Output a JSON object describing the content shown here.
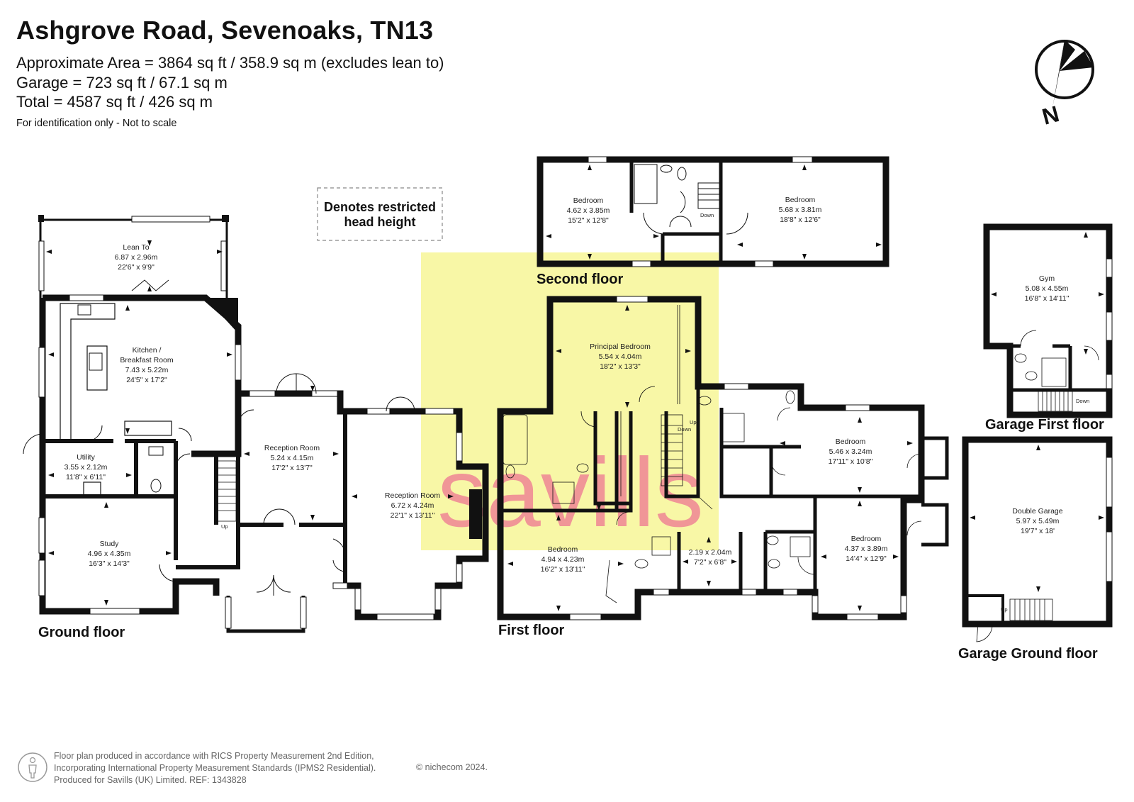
{
  "header": {
    "title": "Ashgrove Road, Sevenoaks, TN13",
    "area_lines": [
      "Approximate Area = 3864 sq ft / 358.9 sq m (excludes lean to)",
      "Garage = 723 sq ft / 67.1 sq m",
      "Total = 4587 sq ft / 426 sq m"
    ],
    "note": "For identification only - Not to scale"
  },
  "compass": {
    "label": "N"
  },
  "key": {
    "line1": "Denotes restricted",
    "line2": "head height"
  },
  "watermark": "savills",
  "colors": {
    "wall": "#111111",
    "restricted": "#f8f7a6",
    "watermark": "#f08c96"
  },
  "floors": {
    "ground": "Ground floor",
    "first": "First floor",
    "second": "Second floor",
    "garage_first": "Garage First floor",
    "garage_ground": "Garage Ground floor"
  },
  "rooms": {
    "lean_to": {
      "name": "Lean To",
      "metric": "6.87 x 2.96m",
      "imperial": "22'6\" x 9'9\""
    },
    "kitchen": {
      "name": "Kitchen /",
      "name2": "Breakfast Room",
      "metric": "7.43 x 5.22m",
      "imperial": "24'5\" x 17'2\""
    },
    "utility": {
      "name": "Utility",
      "metric": "3.55 x 2.12m",
      "imperial": "11'8\" x 6'11\""
    },
    "study": {
      "name": "Study",
      "metric": "4.96 x 4.35m",
      "imperial": "16'3\" x 14'3\""
    },
    "reception1": {
      "name": "Reception Room",
      "metric": "5.24 x 4.15m",
      "imperial": "17'2\" x 13'7\""
    },
    "reception2": {
      "name": "Reception Room",
      "metric": "6.72 x 4.24m",
      "imperial": "22'1\" x 13'11\""
    },
    "principal": {
      "name": "Principal Bedroom",
      "metric": "5.54 x 4.04m",
      "imperial": "18'2\" x 13'3\""
    },
    "bed_first_sw": {
      "name": "Bedroom",
      "metric": "4.94 x 4.23m",
      "imperial": "16'2\" x 13'11\""
    },
    "small_room": {
      "metric": "2.19 x 2.04m",
      "imperial": "7'2\" x 6'8\""
    },
    "bed_first_e1": {
      "name": "Bedroom",
      "metric": "5.46 x 3.24m",
      "imperial": "17'11\" x 10'8\""
    },
    "bed_first_e2": {
      "name": "Bedroom",
      "metric": "4.37 x 3.89m",
      "imperial": "14'4\" x 12'9\""
    },
    "bed_second_w": {
      "name": "Bedroom",
      "metric": "4.62 x 3.85m",
      "imperial": "15'2\" x 12'8\""
    },
    "bed_second_e": {
      "name": "Bedroom",
      "metric": "5.68 x 3.81m",
      "imperial": "18'8\" x 12'6\""
    },
    "gym": {
      "name": "Gym",
      "metric": "5.08 x 4.55m",
      "imperial": "16'8\" x 14'11\""
    },
    "garage": {
      "name": "Double Garage",
      "metric": "5.97 x 5.49m",
      "imperial": "19'7\" x 18'"
    }
  },
  "stairs": {
    "up": "Up",
    "down": "Down"
  },
  "footer": {
    "line1": "Floor plan produced in accordance with RICS Property Measurement 2nd Edition,",
    "line2": "Incorporating International Property Measurement Standards (IPMS2 Residential).",
    "line3": "Produced for Savills (UK) Limited.   REF:  1343828",
    "copyright": "© nichecom 2024."
  }
}
